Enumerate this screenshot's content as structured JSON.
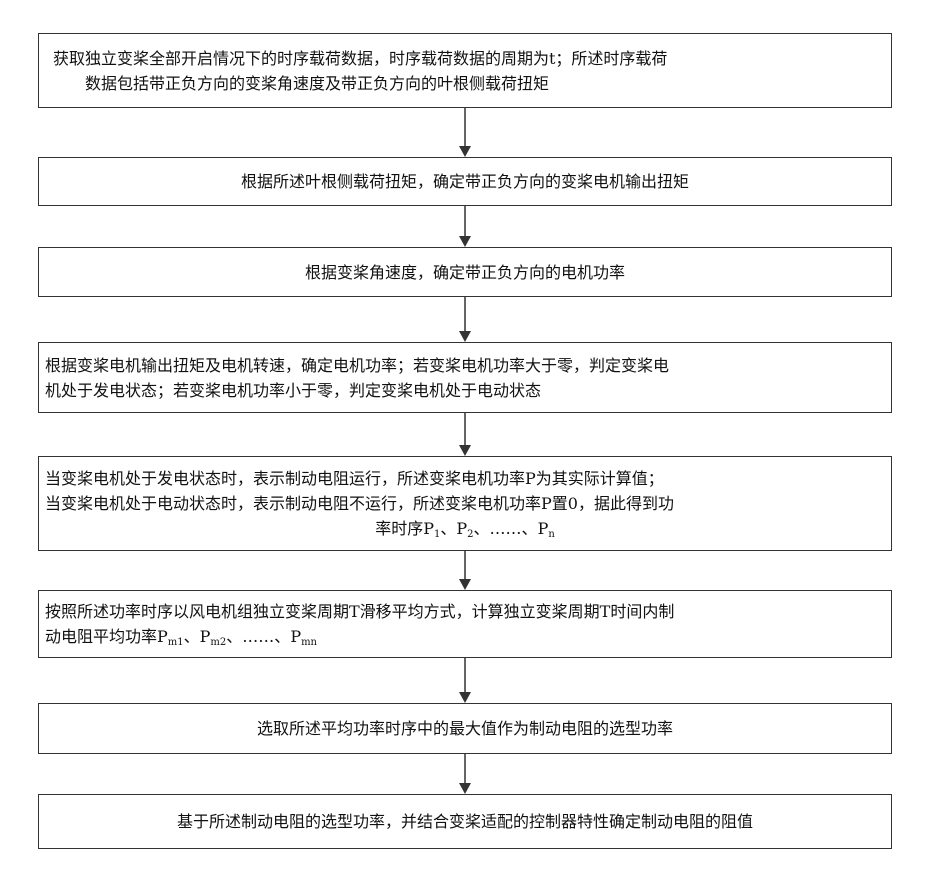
{
  "steps": [
    {
      "lines": [
        "获取独立变桨全部开启情况下的时序载荷数据，时序载荷数据的周期为t；所述时序载荷",
        "数据包括带正负方向的变桨角速度及带正负方向的叶根侧载荷扭矩"
      ]
    },
    {
      "lines": [
        "根据所述叶根侧载荷扭矩，确定带正负方向的变桨电机输出扭矩"
      ]
    },
    {
      "lines": [
        "根据变桨角速度，确定带正负方向的电机功率"
      ]
    },
    {
      "lines": [
        "根据变桨电机输出扭矩及电机转速，确定电机功率；若变桨电机功率大于零，判定变桨电",
        "机处于发电状态；若变桨电机功率小于零，判定变桨电机处于电动状态"
      ]
    },
    {
      "lines": [
        "当变桨电机处于发电状态时，表示制动电阻运行，所述变桨电机功率P为其实际计算值；",
        "当变桨电机处于电动状态时，表示制动电阻不运行，所述变桨电机功率P置0，据此得到功"
      ],
      "seq_prefix": "率时序",
      "seq_items": [
        {
          "base": "P",
          "sub": "1"
        },
        {
          "base": "P",
          "sub": "2"
        },
        {
          "base": "……",
          "sub": ""
        },
        {
          "base": "P",
          "sub": "n"
        }
      ],
      "seq_sep": "、"
    },
    {
      "lines": [
        "按照所述功率时序以风电机组独立变桨周期T滑移平均方式，计算独立变桨周期T时间内制"
      ],
      "seq_prefix": "动电阻平均功率",
      "seq_items": [
        {
          "base": "P",
          "sub": "m1"
        },
        {
          "base": "P",
          "sub": "m2"
        },
        {
          "base": "……",
          "sub": ""
        },
        {
          "base": "P",
          "sub": "mn"
        }
      ],
      "seq_sep": "、"
    },
    {
      "lines": [
        "选取所述平均功率时序中的最大值作为制动电阻的选型功率"
      ]
    },
    {
      "lines": [
        "基于所述制动电阻的选型功率，并结合变桨适配的控制器特性确定制动电阻的阻值"
      ]
    }
  ]
}
